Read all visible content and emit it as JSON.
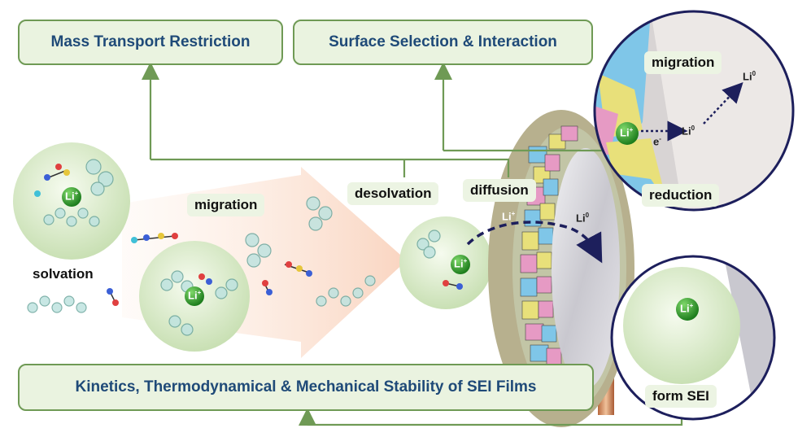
{
  "boxes": {
    "mass_transport": "Mass Transport Restriction",
    "surface_selection": "Surface Selection & Interaction",
    "kinetics": "Kinetics, Thermodynamical & Mechanical Stability of SEI Films"
  },
  "labels": {
    "solvation": "solvation",
    "migration": "migration",
    "desolvation": "desolvation",
    "diffusion": "diffusion",
    "inset_migration": "migration",
    "reduction": "reduction",
    "form_sei": "form SEI"
  },
  "species": {
    "li_ion_base": "Li",
    "li_ion_sup": "+",
    "li_metal_base": "Li",
    "li_metal_sup": "0",
    "electron_base": "e",
    "electron_sup": "-"
  },
  "colors": {
    "box_border": "#6f9a55",
    "box_fill": "#eaf3e0",
    "box_text": "#1f4a78",
    "li_ion": "#2f9a2f",
    "inset_border": "#1d1f5c",
    "arrow_dashed": "#1d1f5c",
    "sei_yellow": "#e8e07a",
    "sei_blue": "#7fc6e8",
    "sei_pink": "#e69ac4"
  }
}
